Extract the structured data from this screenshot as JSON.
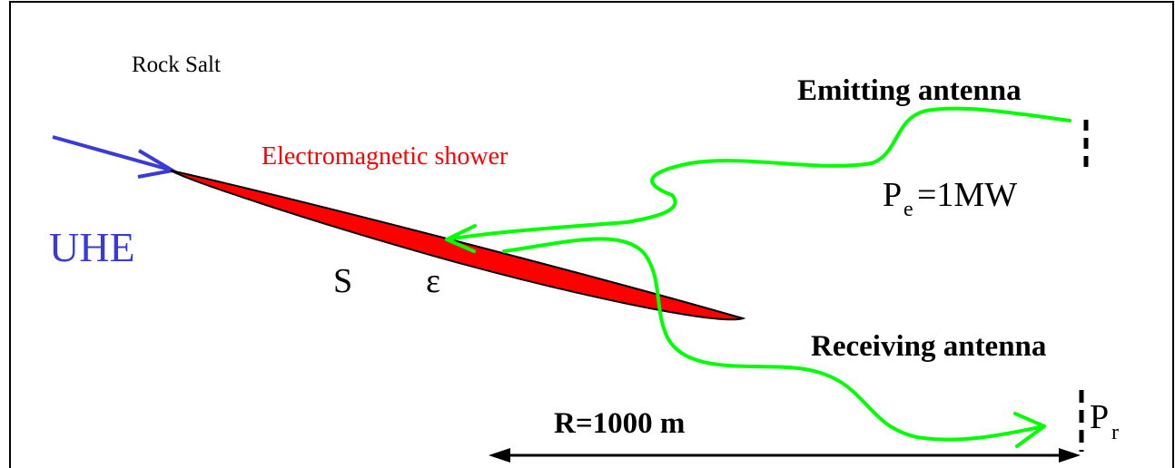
{
  "labels": {
    "medium": "Rock Salt",
    "emitter_title": "Emitting antenna",
    "shower": "Electromagnetic shower",
    "particle": "UHE",
    "symbol_s": "S",
    "symbol_eps": "ε",
    "pe_base": "P",
    "pe_sub": "e",
    "pe_value": "=1MW",
    "receiver_title": "Receiving antenna",
    "distance": "R=1000 m",
    "pr_base": "P",
    "pr_sub": "r"
  },
  "colors": {
    "particle": "#3a3ad6",
    "shower": "#ff0000",
    "signal": "#00ff00",
    "text": "#000000"
  }
}
